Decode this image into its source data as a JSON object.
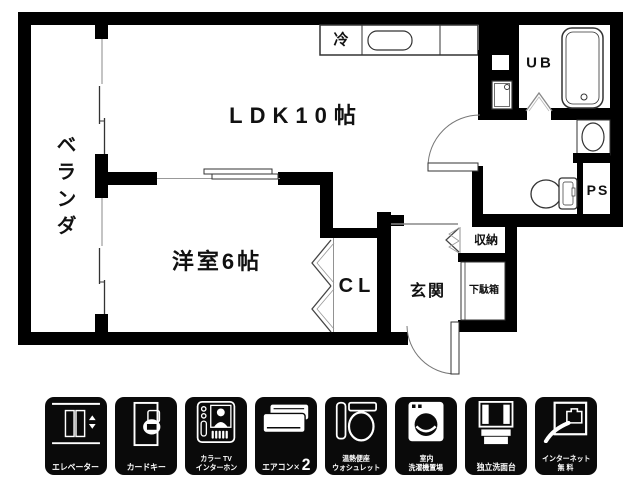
{
  "plan": {
    "rooms": {
      "veranda": "ベランダ",
      "ldk": "LDK10帖",
      "western_room": "洋室6帖",
      "closet": "CL",
      "entrance": "玄関",
      "storage": "収納",
      "shoe_box": "下駄箱",
      "unit_bath": "UB",
      "pipe_space": "PS",
      "refrigerator": "冷"
    }
  },
  "features": [
    {
      "name": "elevator",
      "label1": "エレベーター"
    },
    {
      "name": "card-key",
      "label1": "カードキー"
    },
    {
      "name": "color-tv-interphone",
      "label1": "カラー TV",
      "label2": "インターホン"
    },
    {
      "name": "aircon",
      "label1": "エアコン✕",
      "count": "2"
    },
    {
      "name": "heated-seat-washlet",
      "label1": "温熱便座",
      "label2": "ウォシュレット"
    },
    {
      "name": "indoor-laundry-space",
      "label1": "室内",
      "label2": "洗濯機置場"
    },
    {
      "name": "independent-vanity",
      "label1": "独立洗面台"
    },
    {
      "name": "free-internet",
      "label1": "インターネット",
      "label2": "無 料"
    }
  ],
  "colors": {
    "wall": "#000000",
    "background": "#ffffff",
    "thin_line": "#666666",
    "icon_bg": "#0a0a0a",
    "icon_fg": "#ffffff"
  }
}
